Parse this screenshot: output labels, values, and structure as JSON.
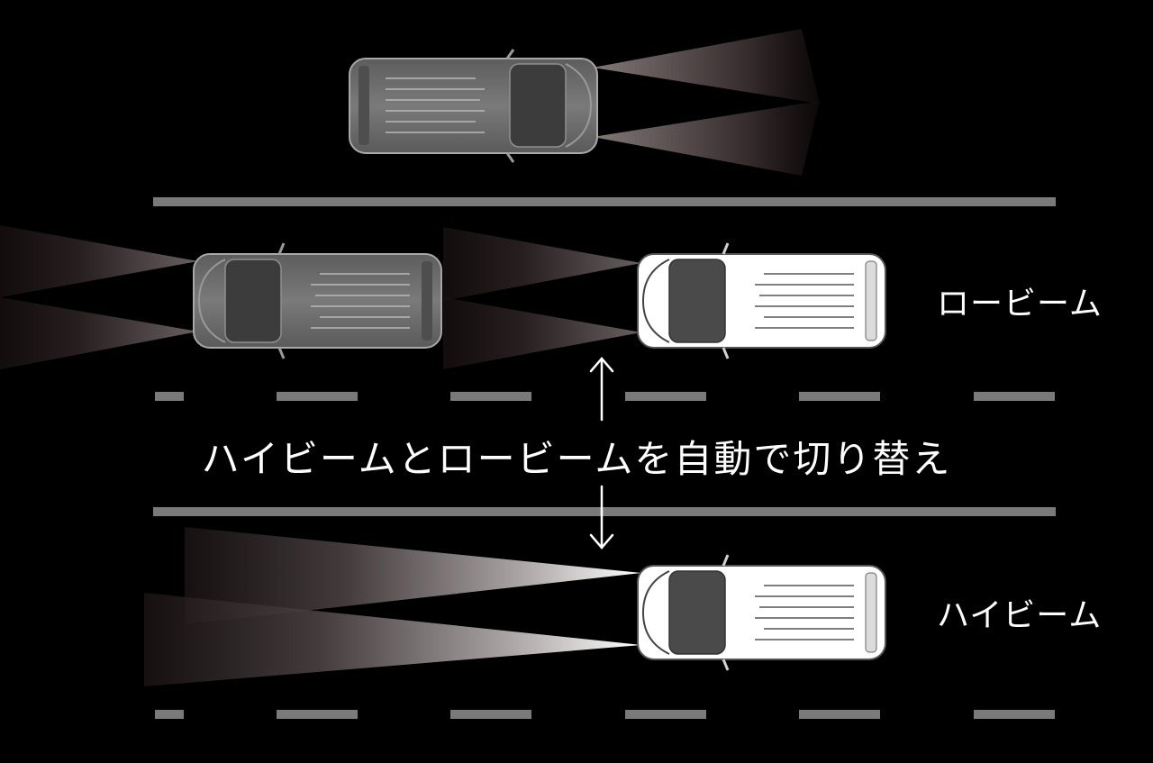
{
  "labels": {
    "low_beam": "ロービーム",
    "high_beam": "ハイビーム",
    "caption": "ハイビームとロービームを自動で切り替え"
  },
  "colors": {
    "background": "#000000",
    "road_line": "#7a7a7a",
    "dark_car_body": "#6f6f6f",
    "light_car_body": "#ffffff",
    "text": "#ffffff"
  }
}
